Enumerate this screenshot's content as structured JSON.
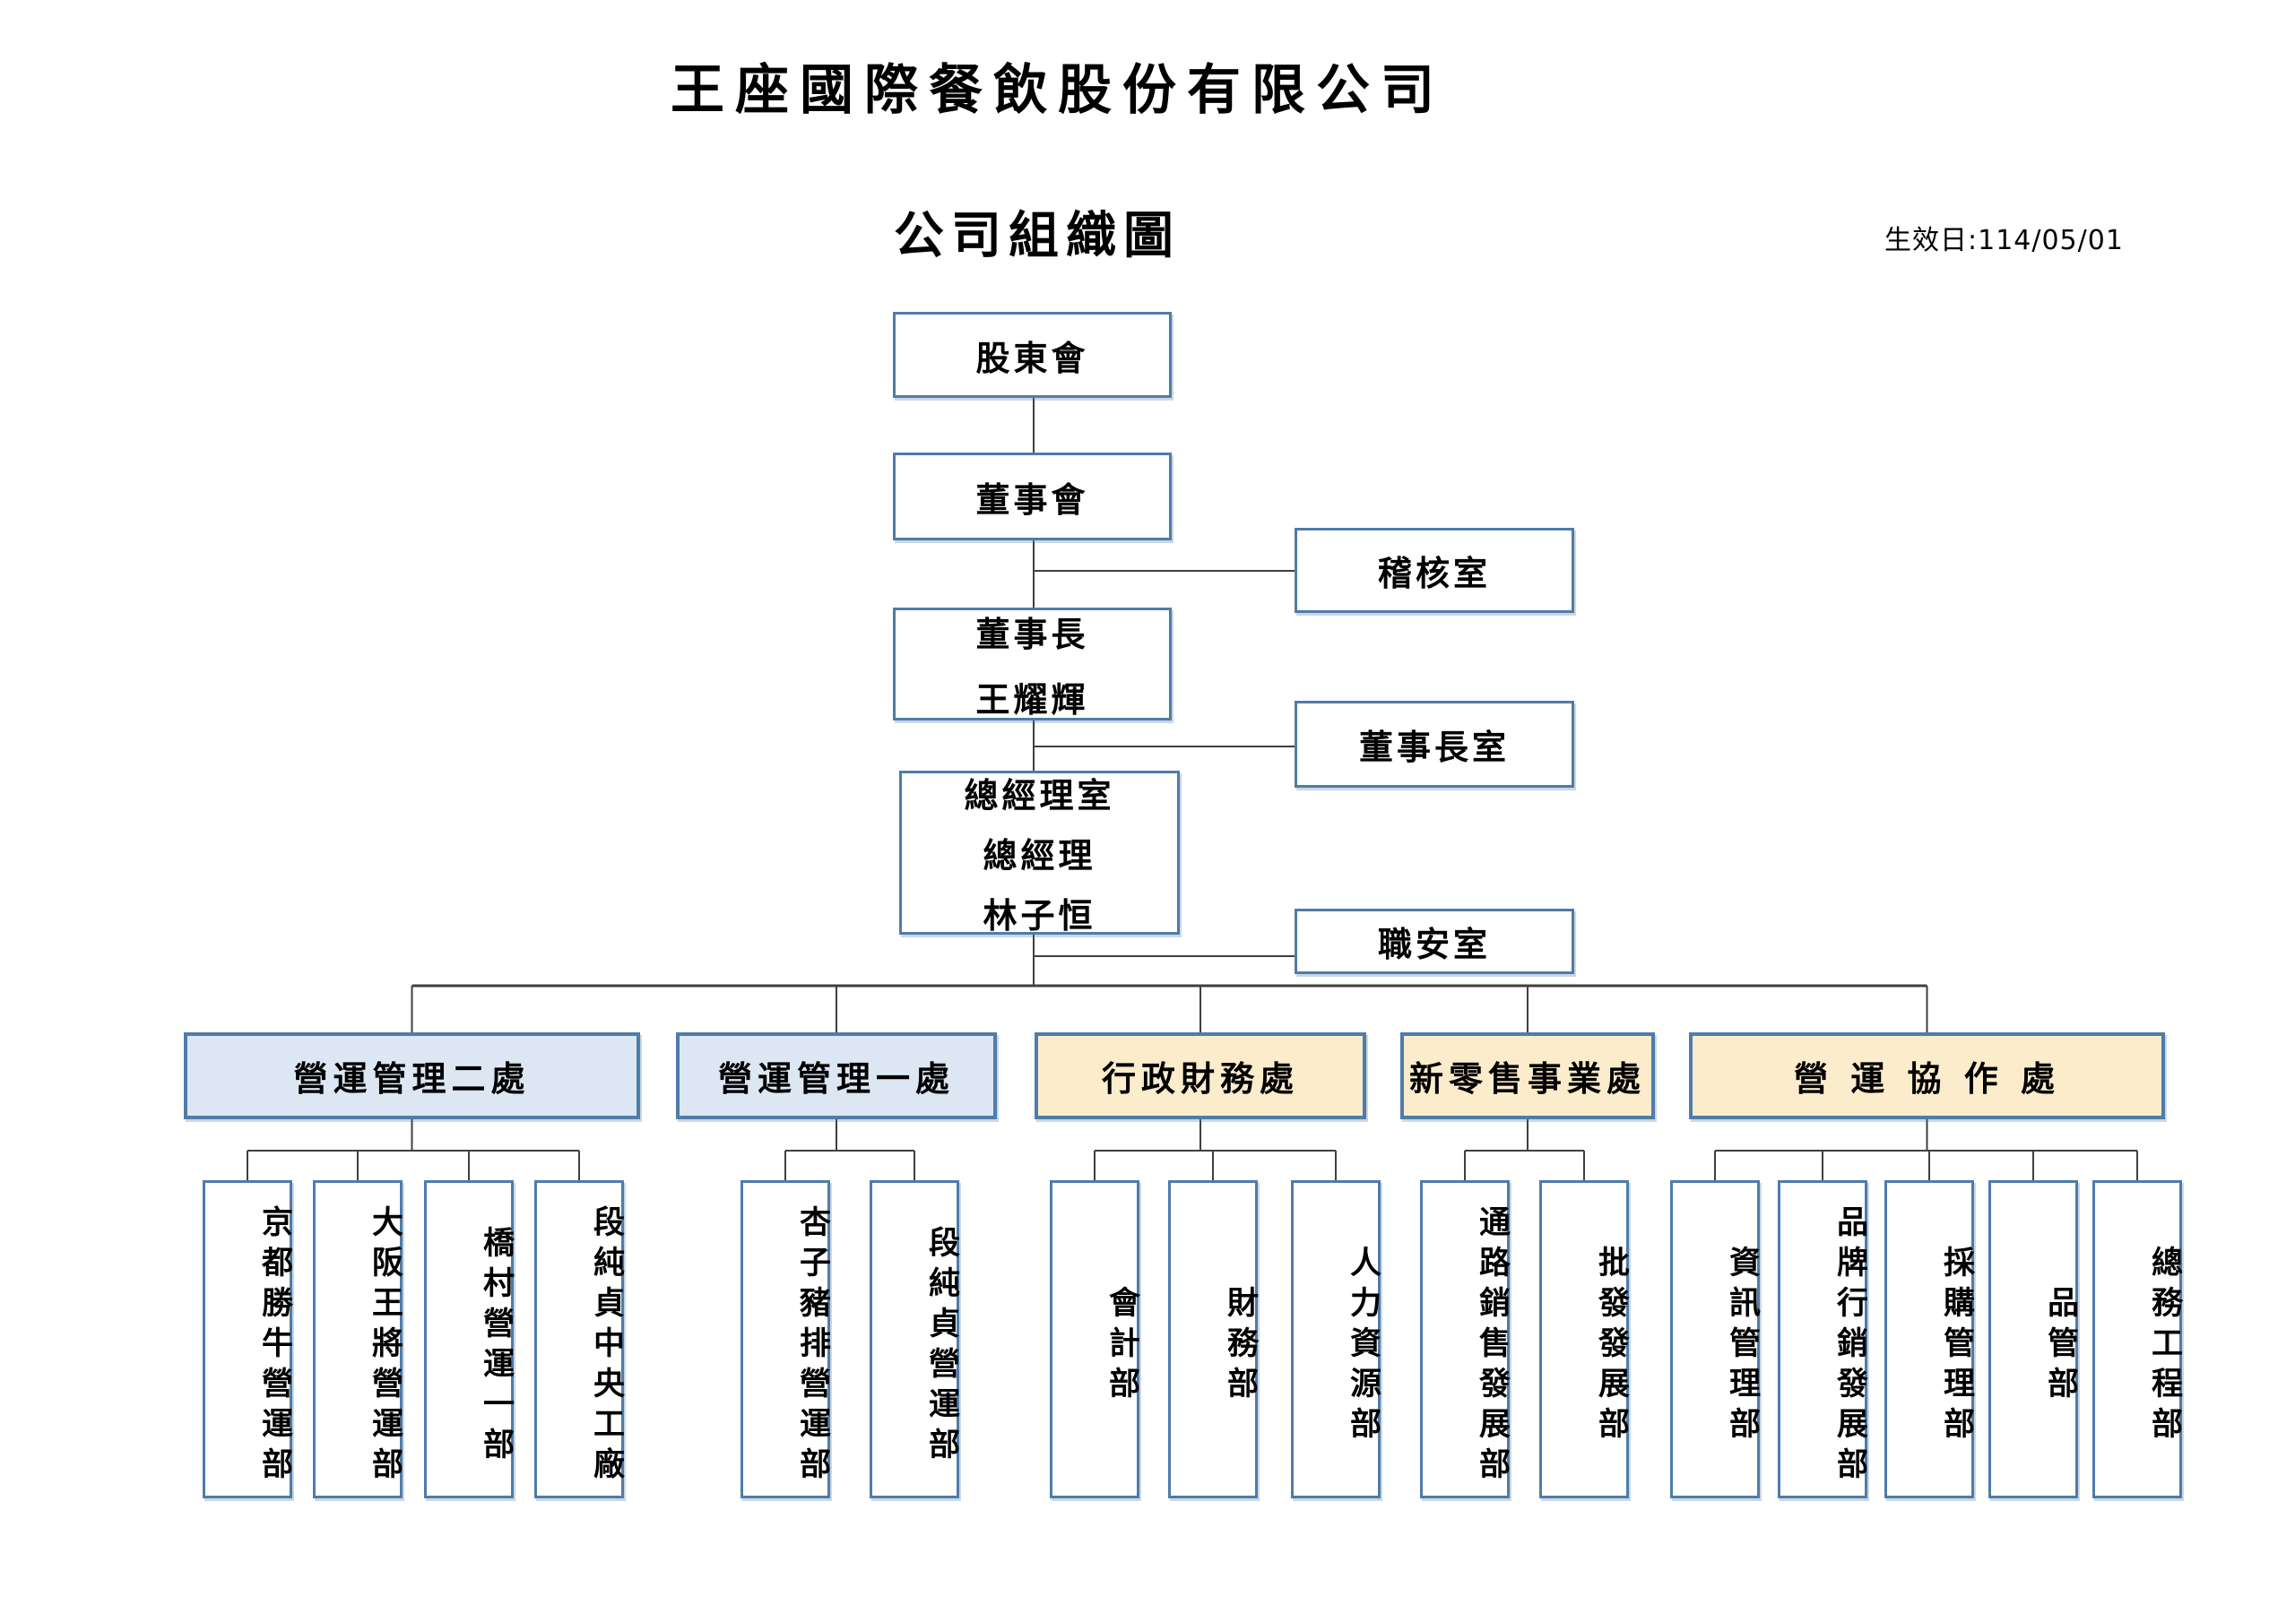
{
  "header": {
    "company_name": "王座國際餐飲股份有限公司",
    "chart_title": "公司組織圖",
    "effective_date": "生效日:114/05/01"
  },
  "colors": {
    "box_border": "#4f7ca9",
    "division_blue_fill": "#dce7f3",
    "division_yellow_fill": "#fbeccb",
    "connector_line": "#3f3f3f",
    "text": "#000000",
    "page_background": "#ffffff"
  },
  "org": {
    "chain": [
      {
        "id": "shareholders-meeting",
        "lines": [
          "股東會"
        ]
      },
      {
        "id": "board-of-directors",
        "lines": [
          "董事會"
        ]
      },
      {
        "id": "chairman",
        "lines": [
          "董事長",
          "王耀輝"
        ]
      },
      {
        "id": "general-manager-office",
        "lines": [
          "總經理室",
          "總經理",
          "林子恒"
        ]
      }
    ],
    "staff_offices": [
      {
        "id": "audit-office",
        "label": "稽核室"
      },
      {
        "id": "chairman-office",
        "label": "董事長室"
      },
      {
        "id": "occupational-safety-office",
        "label": "職安室"
      }
    ],
    "divisions": [
      {
        "id": "operations-management-division-2",
        "label": "營運管理二處",
        "fill": "blue",
        "departments": [
          "京都勝牛營運部",
          "大阪王將營運部",
          "橋村營運一部",
          "段純貞中央工廠"
        ]
      },
      {
        "id": "operations-management-division-1",
        "label": "營運管理一處",
        "fill": "blue",
        "departments": [
          "杏子豬排營運部",
          "段純貞營運部"
        ]
      },
      {
        "id": "admin-finance-division",
        "label": "行政財務處",
        "fill": "yellow",
        "departments": [
          "會計部",
          "財務部",
          "人力資源部"
        ]
      },
      {
        "id": "new-retail-business-division",
        "label": "新零售事業處",
        "fill": "yellow",
        "departments": [
          "通路銷售發展部",
          "批發發展部"
        ]
      },
      {
        "id": "operations-collaboration-division",
        "label": "營 運 協 作 處",
        "fill": "yellow",
        "departments": [
          "資訊管理部",
          "品牌行銷發展部",
          "採購管理部",
          "品管部",
          "總務工程部"
        ]
      }
    ]
  }
}
